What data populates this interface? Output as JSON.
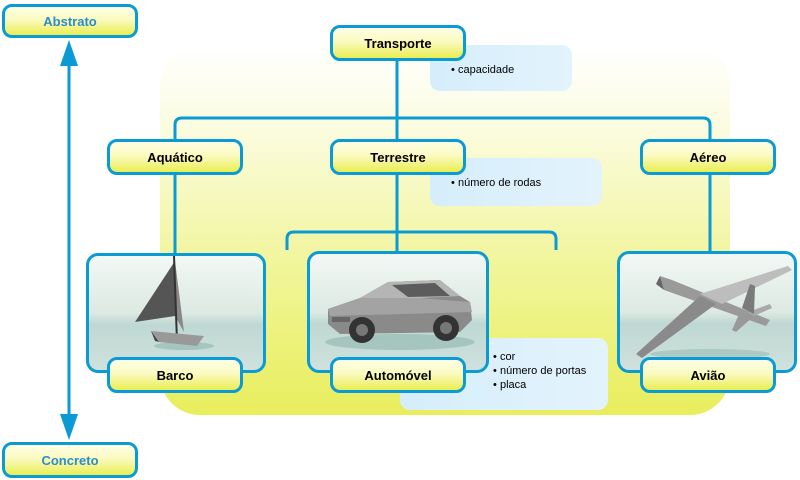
{
  "scale": {
    "top": "Abstrato",
    "bottom": "Concreto"
  },
  "root": {
    "label": "Transporte",
    "attributes": [
      "capacidade"
    ]
  },
  "categories": [
    {
      "label": "Aquático"
    },
    {
      "label": "Terrestre",
      "attributes": [
        "número de rodas"
      ]
    },
    {
      "label": "Aéreo"
    }
  ],
  "leaves": [
    {
      "label": "Barco"
    },
    {
      "label": "Automóvel",
      "attributes": [
        "cor",
        "número de portas",
        "placa"
      ]
    },
    {
      "label": "Avião"
    }
  ],
  "colors": {
    "border": "#0a9bd4",
    "node_fill": "#eaee52",
    "note_fill": "#d5eefb",
    "scale_text": "#2b8dcc"
  },
  "icons": [
    "boat-image",
    "car-image",
    "airplane-image",
    "double-arrow"
  ]
}
